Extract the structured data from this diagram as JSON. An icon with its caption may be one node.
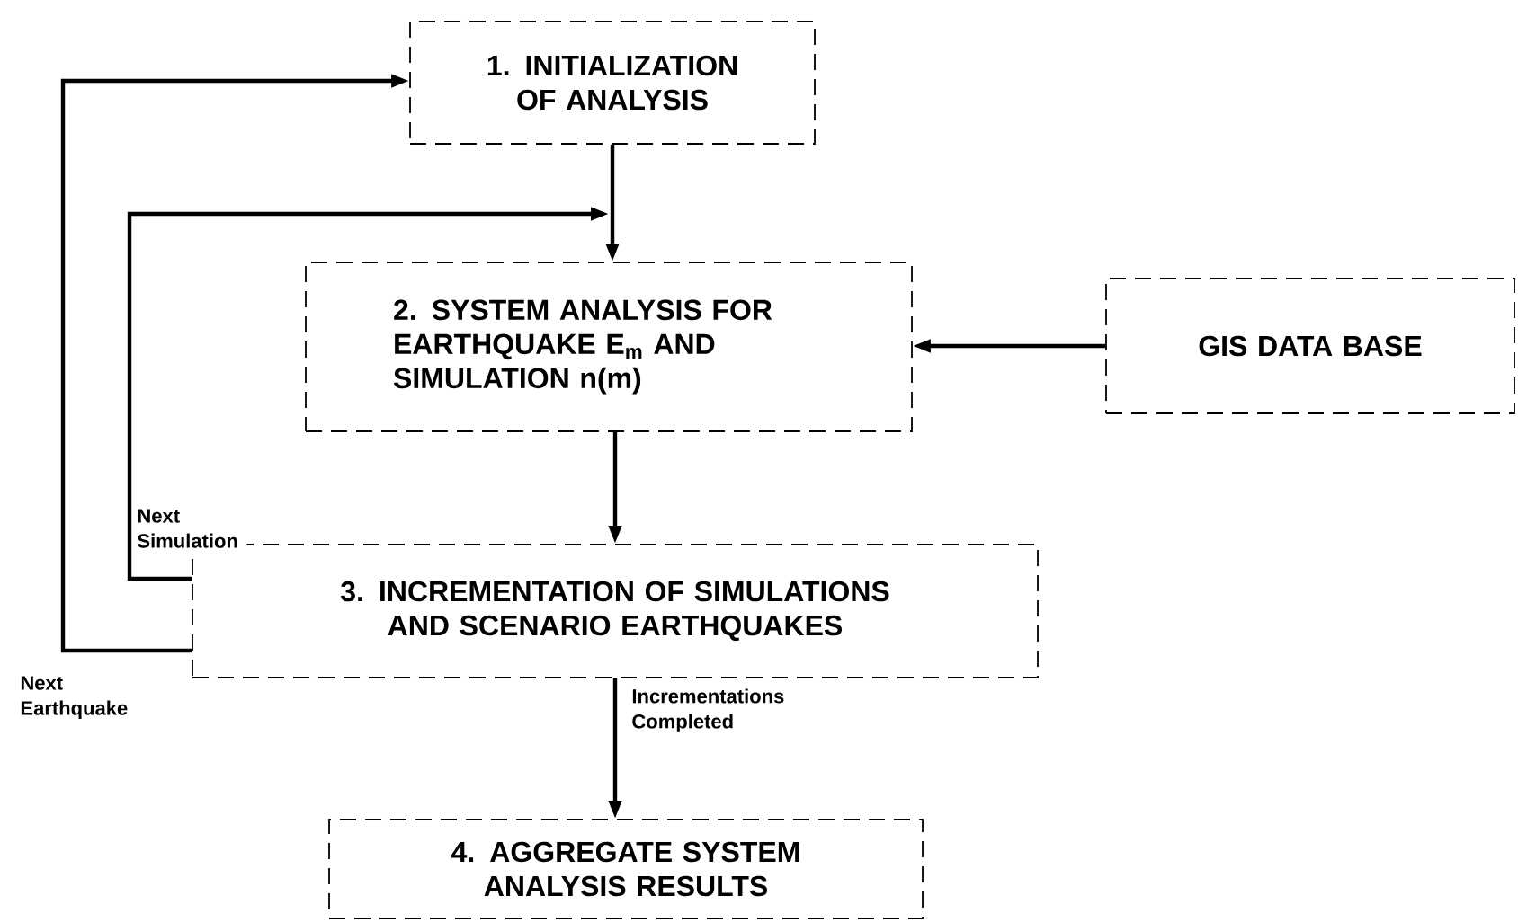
{
  "diagram": {
    "nodes": [
      {
        "text": [
          "1. INITIALIZATION OF ANALYSIS"
        ]
      },
      {
        "text": [
          "2. SYSTEM ANALYSIS FOR EARTHQUAKE E$_{m}$ AND SIMULATION n(m)"
        ]
      },
      {
        "text": [
          "GIS DATA BASE"
        ]
      },
      {
        "text": [
          "3. INCREMENTATION OF SIMULATIONS AND SCENARIO EARTHQUAKES"
        ]
      },
      {
        "text": [
          "4. AGGREGATE SYSTEM ANALYSIS RESULTS"
        ]
      }
    ],
    "edges": [
      {
        "from": 0,
        "to": 1,
        "arrow": "to"
      },
      {
        "from": 2,
        "to": 1,
        "arrow": "to"
      },
      {
        "from": 1,
        "to": 3,
        "arrow": "to"
      },
      {
        "from": 3,
        "to": 1,
        "arrow": "to",
        "label": "Next Simulation"
      },
      {
        "from": 3,
        "to": 0,
        "arrow": "to",
        "label": "Next Earthquake"
      },
      {
        "from": 3,
        "to": 4,
        "arrow": "to",
        "label": "Incrementations Completed"
      }
    ]
  }
}
